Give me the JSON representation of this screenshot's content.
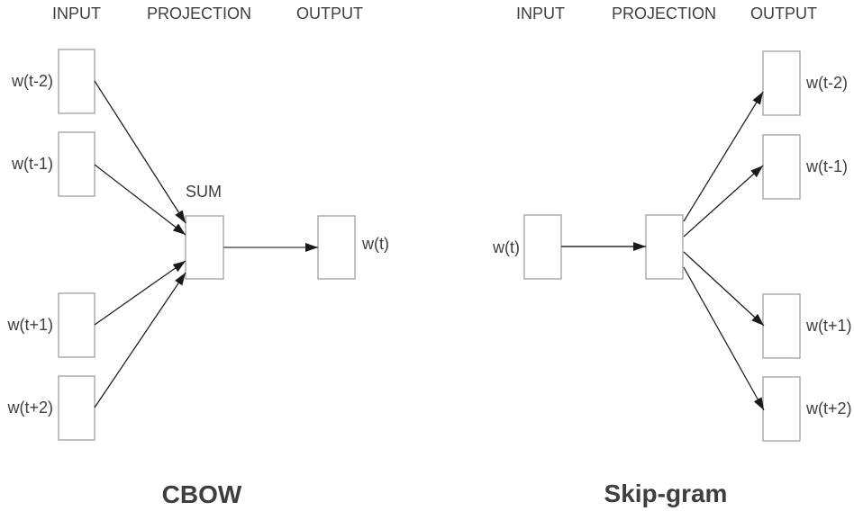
{
  "diagram": {
    "colors": {
      "background": "#ffffff",
      "box_border": "#9c9c9c",
      "arrow": "#1a1a1a",
      "text": "#3e3e3e"
    },
    "cbow": {
      "title": "CBOW",
      "headers": {
        "input": "INPUT",
        "projection": "PROJECTION",
        "output": "OUTPUT"
      },
      "sum_label": "SUM",
      "input_labels": [
        "w(t-2)",
        "w(t-1)",
        "w(t+1)",
        "w(t+2)"
      ],
      "output_label": "w(t)"
    },
    "skipgram": {
      "title": "Skip-gram",
      "headers": {
        "input": "INPUT",
        "projection": "PROJECTION",
        "output": "OUTPUT"
      },
      "input_label": "w(t)",
      "output_labels": [
        "w(t-2)",
        "w(t-1)",
        "w(t+1)",
        "w(t+2)"
      ]
    }
  }
}
